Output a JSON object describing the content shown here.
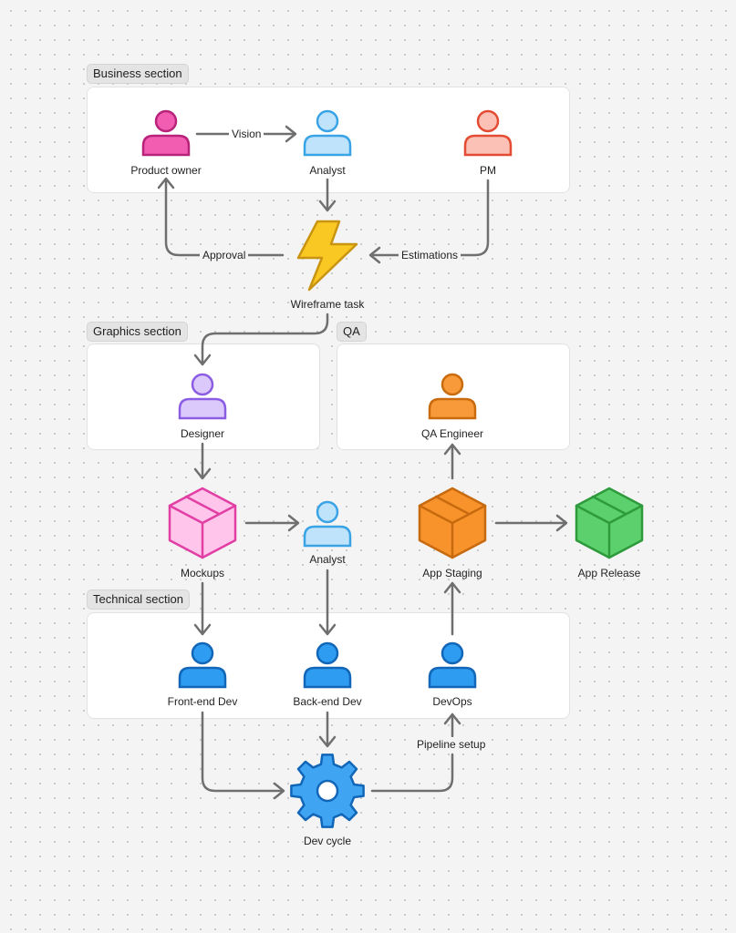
{
  "sections": {
    "business": "Business section",
    "graphics": "Graphics section",
    "qa": "QA",
    "technical": "Technical section"
  },
  "nodes": {
    "product_owner": "Product owner",
    "analyst_top": "Analyst",
    "pm": "PM",
    "wireframe_task": "Wireframe task",
    "designer": "Designer",
    "qa_engineer": "QA Engineer",
    "mockups": "Mockups",
    "analyst_mid": "Analyst",
    "app_staging": "App Staging",
    "app_release": "App Release",
    "frontend_dev": "Front-end Dev",
    "backend_dev": "Back-end Dev",
    "devops": "DevOps",
    "dev_cycle": "Dev cycle"
  },
  "edges": {
    "vision": "Vision",
    "approval": "Approval",
    "estimations": "Estimations",
    "pipeline_setup": "Pipeline setup"
  },
  "colors": {
    "magenta": "#e0449e",
    "light_blue": "#4fb4f0",
    "salmon": "#ea5540",
    "yellow": "#f7c21c",
    "purple": "#9b6bea",
    "orange": "#f08a1c",
    "pink": "#ef57c2",
    "green": "#3bb44a",
    "blue": "#1e8ee8",
    "edge": "#6f6f6f"
  }
}
